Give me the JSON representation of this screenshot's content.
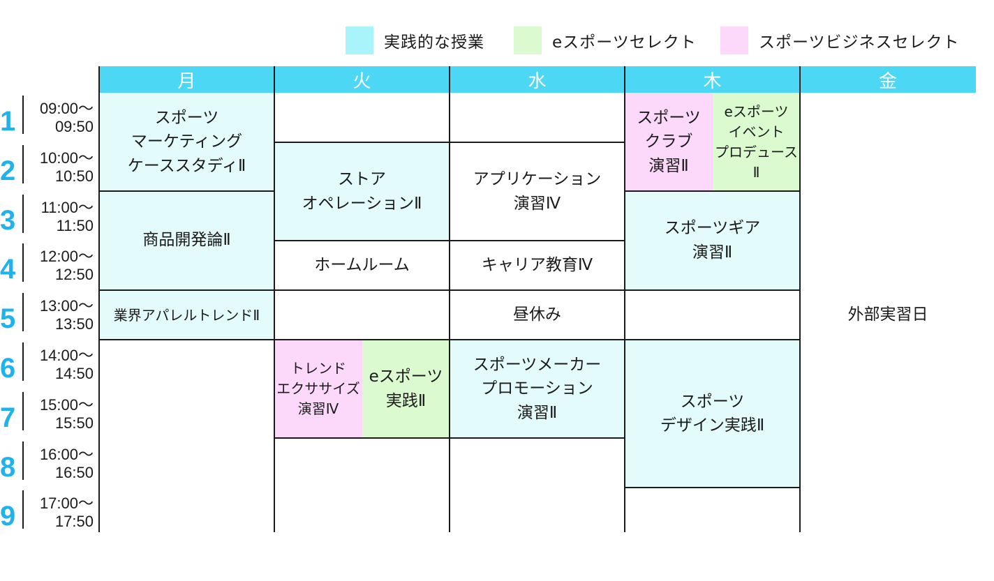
{
  "legend": [
    {
      "label": "実践的な授業",
      "color": "#a8f4fa"
    },
    {
      "label": "eスポーツセレクト",
      "color": "#dcfad0"
    },
    {
      "label": "スポーツビジネスセレクト",
      "color": "#fcd8fa"
    }
  ],
  "days": [
    "月",
    "火",
    "水",
    "木",
    "金"
  ],
  "periods": [
    {
      "num": "1",
      "start": "09:00〜",
      "end": "09:50"
    },
    {
      "num": "2",
      "start": "10:00〜",
      "end": "10:50"
    },
    {
      "num": "3",
      "start": "11:00〜",
      "end": "11:50"
    },
    {
      "num": "4",
      "start": "12:00〜",
      "end": "12:50"
    },
    {
      "num": "5",
      "start": "13:00〜",
      "end": "13:50"
    },
    {
      "num": "6",
      "start": "14:00〜",
      "end": "14:50"
    },
    {
      "num": "7",
      "start": "15:00〜",
      "end": "15:50"
    },
    {
      "num": "8",
      "start": "16:00〜",
      "end": "16:50"
    },
    {
      "num": "9",
      "start": "17:00〜",
      "end": "17:50"
    }
  ],
  "classes": {
    "mon_marketing": "スポーツ\nマーケティング\nケーススタディⅡ",
    "mon_product": "商品開発論Ⅱ",
    "mon_apparel": "業界アパレルトレンドⅡ",
    "tue_store": "ストア\nオペレーションⅡ",
    "tue_homeroom": "ホームルーム",
    "tue_trend_ex": "トレンド\nエクササイズ\n演習Ⅳ",
    "tue_esports_prac": "eスポーツ\n実践Ⅱ",
    "wed_app": "アプリケーション\n演習Ⅳ",
    "wed_career": "キャリア教育Ⅳ",
    "wed_maker": "スポーツメーカー\nプロモーション\n演習Ⅱ",
    "thu_club": "スポーツ\nクラブ\n演習Ⅱ",
    "thu_esports_event": "eスポーツ\nイベント\nプロデュースⅡ",
    "thu_gear": "スポーツギア\n演習Ⅱ",
    "thu_design": "スポーツ\nデザイン実践Ⅱ",
    "lunch": "昼休み",
    "fri_external": "外部実習日"
  }
}
